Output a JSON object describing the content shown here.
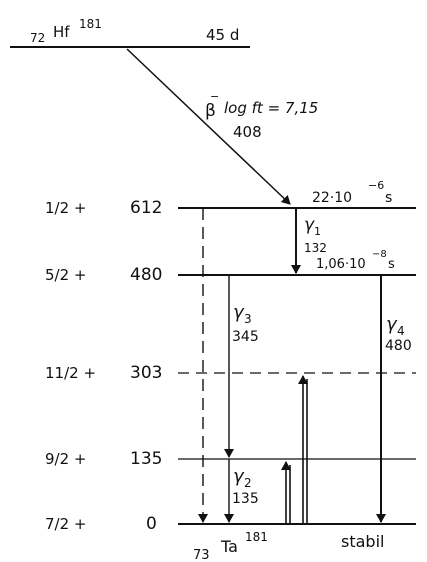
{
  "parent": {
    "z": "72",
    "element": "Hf",
    "mass": "181",
    "halflife": "45 d"
  },
  "decay": {
    "beta": "β",
    "beta_sup": "−",
    "logft_label": "log  ft = 7,15",
    "energy": "408"
  },
  "levels": [
    {
      "spin": "1/2 +",
      "energy": "612",
      "halflife": "22·10",
      "halflife_exp": "−6",
      "halflife_unit": "s"
    },
    {
      "spin": "5/2 +",
      "energy": "480",
      "halflife": "1,06·10",
      "halflife_exp": "−8",
      "halflife_unit": "s"
    },
    {
      "spin": "11/2 +",
      "energy": "303"
    },
    {
      "spin": "9/2 +",
      "energy": "135"
    },
    {
      "spin": "7/2 +",
      "energy": "0",
      "status": "stabil"
    }
  ],
  "gammas": [
    {
      "symbol": "γ",
      "index": "1",
      "energy": "132"
    },
    {
      "symbol": "γ",
      "index": "3",
      "energy": "345"
    },
    {
      "symbol": "γ",
      "index": "4",
      "energy": "480"
    },
    {
      "symbol": "γ",
      "index": "2",
      "energy": "135"
    }
  ],
  "daughter": {
    "z": "73",
    "element": "Ta",
    "mass": "181"
  }
}
